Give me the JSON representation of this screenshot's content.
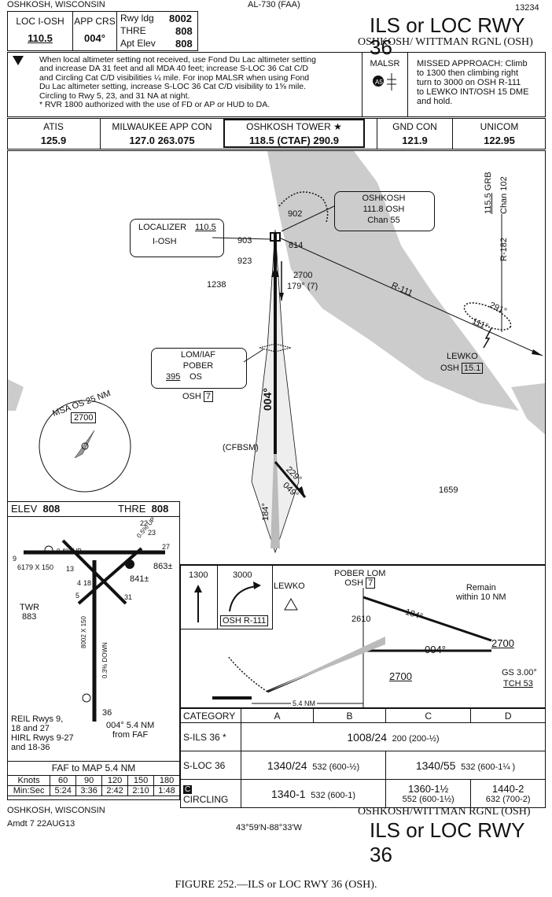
{
  "header": {
    "location": "OSHKOSH, WISCONSIN",
    "chart_id": "AL-730 (FAA)",
    "doc_num": "13234",
    "title": "ILS or LOC RWY 36",
    "airport": "OSHKOSH/ WITTMAN RGNL (OSH)"
  },
  "briefing": {
    "loc_label": "LOC  I-OSH",
    "loc_freq": "110.5",
    "app_crs_label": "APP CRS",
    "app_crs": "004°",
    "rwy_ldg_label": "Rwy ldg",
    "rwy_ldg": "8002",
    "thre_label": "THRE",
    "thre": "808",
    "apt_elev_label": "Apt Elev",
    "apt_elev": "808",
    "notes": [
      "When local altimeter setting not received, use Fond Du Lac altimeter setting",
      "and increase DA 31 feet and all MDA 40 feet; increase S-LOC 36 Cat C/D",
      "and Circling Cat C/D visibilities ¼ mile.  For inop MALSR when using Fond",
      "Du Lac altimeter setting, increase S-LOC 36 Cat C/D visibility to 1⅝  mile.",
      "Circling to Rwy 5, 23, and 31 NA at night.",
      "* RVR 1800 authorized with the use of FD or AP or HUD to DA."
    ],
    "malsr": "MALSR",
    "missed_approach": [
      "MISSED APPROACH: Climb",
      "to 1300 then climbing right",
      "turn to 3000 on OSH R-111",
      "to LEWKO INT/OSH 15 DME",
      "and hold."
    ]
  },
  "comms": [
    {
      "label": "ATIS",
      "freq": "125.9"
    },
    {
      "label": "MILWAUKEE APP CON",
      "freq": "127.0  263.075"
    },
    {
      "label": "OSHKOSH TOWER ★",
      "freq": "118.5  (CTAF)  290.9"
    },
    {
      "label": "GND CON",
      "freq": "121.9"
    },
    {
      "label": "UNICOM",
      "freq": "122.95"
    }
  ],
  "planview": {
    "oshkosh_vor": [
      "OSHKOSH",
      "111.8  OSH",
      "Chan 55"
    ],
    "localizer": [
      "LOCALIZER",
      "110.5",
      "I-OSH"
    ],
    "lom": [
      "LOM/IAF",
      "POBER",
      "395",
      "OS"
    ],
    "grb": [
      "115.5",
      "GRB",
      "Chan 102"
    ],
    "r182": "R-182",
    "r111": "R-111",
    "hold_out": "291°",
    "hold_in": "111°",
    "lewko": "LEWKO",
    "lewko_dme": "OSH",
    "lewko_dist": "15.1",
    "alt_2700": "2700",
    "crs_179": "179° (7)",
    "crs_004": "004°",
    "crs_184": "184°",
    "crs_229": "229°",
    "crs_049": "049°",
    "cfbsm": "(CFBSM)",
    "osh7": "OSH",
    "osh7_num": "7",
    "obstacles": [
      "902",
      "903",
      "814",
      "923",
      "1238",
      "1659"
    ],
    "msa": "MSA OS 25 NM",
    "msa_alt": "2700"
  },
  "airport_diagram": {
    "elev_label": "ELEV",
    "elev": "808",
    "thre_label": "THRE",
    "thre": "808",
    "labels": [
      "6179 X 150",
      "8002 X 150",
      "0.3% DOWN",
      "0.4% UP",
      "0.5% UP",
      "TWR",
      "883",
      "863±",
      "841±",
      "36",
      "9",
      "27",
      "18",
      "13",
      "31",
      "5",
      "23",
      "4",
      "22"
    ],
    "reil": [
      "REIL Rwys 9,",
      "18 and 27",
      "HIRL Rwys 9-27",
      "and 18-36"
    ],
    "fafnote": [
      "004° 5.4 NM",
      "from FAF"
    ]
  },
  "profile": {
    "icons": [
      "1300",
      "3000",
      "OSH R-111",
      "LEWKO"
    ],
    "pober": [
      "POBER LOM",
      "OSH",
      "7"
    ],
    "remain": [
      "Remain",
      "within 10 NM"
    ],
    "alt_2610": "2610",
    "alt_2700a": "2700",
    "alt_2700b": "2700",
    "crs184": "184°",
    "crs004": "004°",
    "gs": "GS 3.00°",
    "tch": "TCH 53",
    "dist": "5.4 NM"
  },
  "minimums": {
    "header": [
      "CATEGORY",
      "A",
      "B",
      "C",
      "D"
    ],
    "ils": {
      "label": "S-ILS 36 *",
      "value": "1008/24",
      "haa": "200 (200-½)"
    },
    "loc": {
      "label": "S-LOC 36",
      "ab": "1340/24",
      "ab_haa": "532 (600-½)",
      "cd": "1340/55",
      "cd_haa": "532 (600-1¼ )"
    },
    "circ": {
      "label": "CIRCLING",
      "ab": "1340-1",
      "ab_haa": "532 (600-1)",
      "c": "1360-1½",
      "c_haa": "552 (600-1½)",
      "d": "1440-2",
      "d_haa": "632 (700-2)"
    }
  },
  "time_table": {
    "title": "FAF to MAP  5.4 NM",
    "knots_label": "Knots",
    "knots": [
      "60",
      "90",
      "120",
      "150",
      "180"
    ],
    "time_label": "Min:Sec",
    "times": [
      "5:24",
      "3:36",
      "2:42",
      "2:10",
      "1:48"
    ]
  },
  "footer": {
    "location": "OSHKOSH, WISCONSIN",
    "amdt": "Amdt 7  22AUG13",
    "coords": "43°59′N-88°33′W",
    "airport": "OSHKOSH/WITTMAN RGNL (OSH)",
    "title": "ILS or LOC RWY 36"
  },
  "caption": "FIGURE 252.—ILS or LOC RWY 36 (OSH)."
}
